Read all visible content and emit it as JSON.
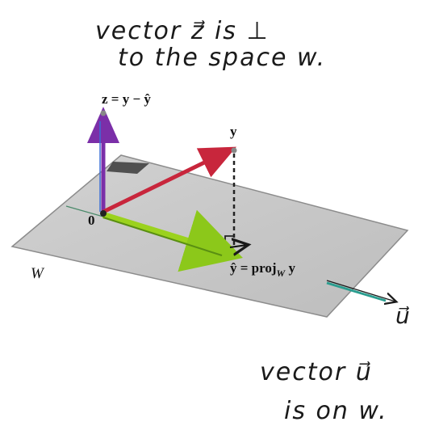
{
  "notes": {
    "top_line1": "vector z⃗ is ⊥",
    "top_line2": "to the space w.",
    "bottom_line1": "vector u⃗",
    "bottom_line2": "is on w."
  },
  "figure": {
    "label_z_eq": "z = y − ŷ",
    "label_y": "y",
    "label_origin": "0",
    "label_W": "W",
    "label_proj": "ŷ = proj",
    "label_proj_sub": "W",
    "label_proj_tail": " y",
    "label_u": "u⃗"
  },
  "colors": {
    "plane": "#c9c9c9",
    "plane_edge": "#8c8c8c",
    "z_vector": "#7b2fa8",
    "y_vector": "#c8263c",
    "yhat_vector": "#9bd21e",
    "u_vector": "#2a9d8f",
    "ink": "#1a1a1a"
  }
}
